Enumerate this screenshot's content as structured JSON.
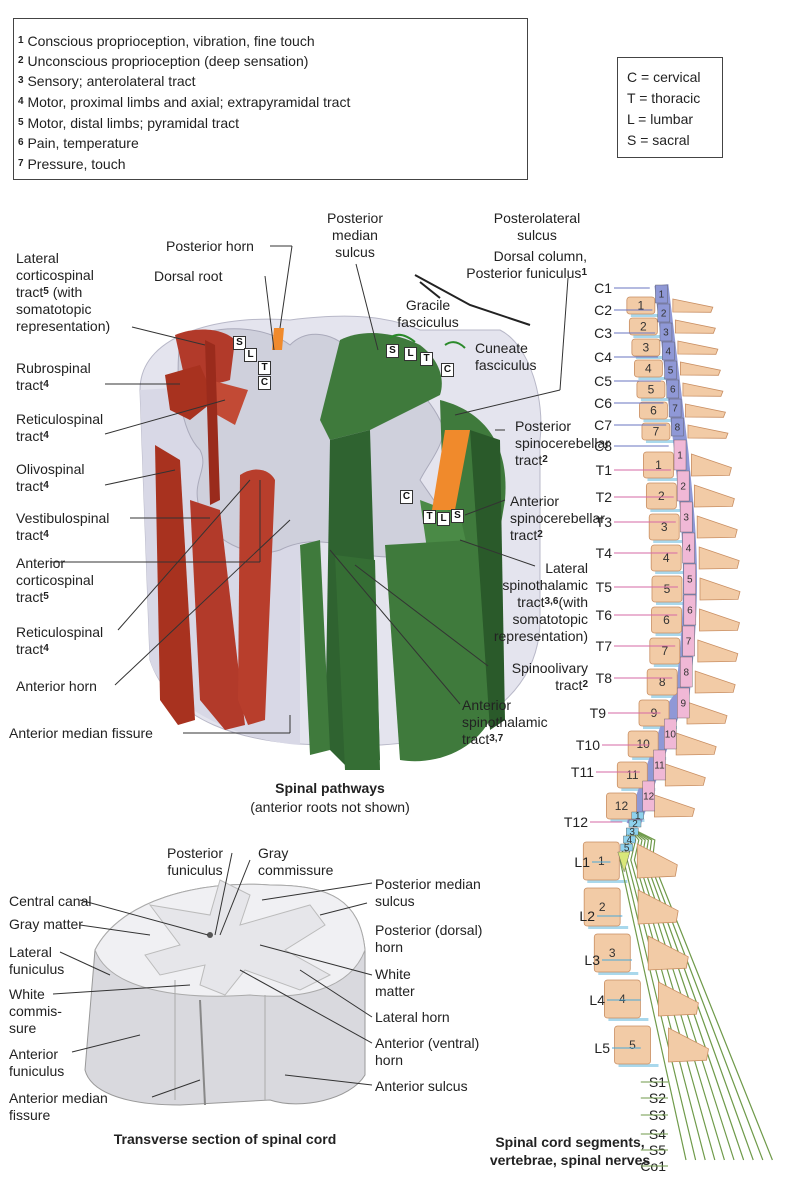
{
  "legend": [
    {
      "num": "1",
      "text": "Conscious proprioception, vibration, fine touch"
    },
    {
      "num": "2",
      "text": "Unconscious proprioception (deep sensation)"
    },
    {
      "num": "3",
      "text": "Sensory; anterolateral tract"
    },
    {
      "num": "4",
      "text": "Motor, proximal limbs and axial; extrapyramidal tract"
    },
    {
      "num": "5",
      "text": "Motor, distal limbs; pyramidal tract"
    },
    {
      "num": "6",
      "text": "Pain, temperature"
    },
    {
      "num": "7",
      "text": "Pressure, touch"
    }
  ],
  "abbreviations": [
    "C = cervical",
    "T = thoracic",
    "L = lumbar",
    "S = sacral"
  ],
  "pathways": {
    "caption_title": "Spinal pathways",
    "caption_sub": "(anterior roots not shown)",
    "labels": {
      "posterior_horn": "Posterior horn",
      "dorsal_root": "Dorsal root",
      "posterior_median_sulcus": [
        "Posterior",
        "median",
        "sulcus"
      ],
      "posterolateral_sulcus": [
        "Posterolateral",
        "sulcus"
      ],
      "dorsal_column": [
        "Dorsal column,",
        "Posterior funiculus"
      ],
      "dorsal_column_sup": "1",
      "gracile": [
        "Gracile",
        "fasciculus"
      ],
      "cuneate": [
        "Cuneate",
        "fasciculus"
      ],
      "lateral_cst": [
        "Lateral",
        "corticospinal",
        "tract",
        "(with",
        "somatotopic",
        "representation)"
      ],
      "lateral_cst_sup": "5",
      "rubrospinal": [
        "Rubrospinal",
        "tract"
      ],
      "rubrospinal_sup": "4",
      "reticulospinal_1": [
        "Reticulospinal",
        "tract"
      ],
      "reticulospinal_1_sup": "4",
      "olivospinal": [
        "Olivospinal",
        "tract"
      ],
      "olivospinal_sup": "4",
      "vestibulospinal": [
        "Vestibulospinal",
        "tract"
      ],
      "vestibulospinal_sup": "4",
      "anterior_cst": [
        "Anterior",
        "corticospinal",
        "tract"
      ],
      "anterior_cst_sup": "5",
      "reticulospinal_2": [
        "Reticulospinal",
        "tract"
      ],
      "reticulospinal_2_sup": "4",
      "anterior_horn": "Anterior horn",
      "anterior_median_fissure": "Anterior median fissure",
      "posterior_scb": [
        "Posterior",
        "spinocerebellar",
        "tract"
      ],
      "posterior_scb_sup": "2",
      "anterior_scb": [
        "Anterior",
        "spinocerebellar",
        "tract"
      ],
      "anterior_scb_sup": "2",
      "lateral_stt": [
        "Lateral",
        "spinothalamic",
        "tract",
        "(with",
        "somatotopic",
        "representation)"
      ],
      "lateral_stt_sup": "3,6",
      "spinoolivary": [
        "Spinoolivary",
        "tract"
      ],
      "spinoolivary_sup": "2",
      "anterior_stt": [
        "Anterior",
        "spinothalamic",
        "tract"
      ],
      "anterior_stt_sup": "3,7"
    },
    "tags_left": [
      "S",
      "L",
      "T",
      "C"
    ],
    "tags_dorsal": [
      "S",
      "L",
      "T",
      "C"
    ],
    "tags_ventral": [
      "C",
      "T",
      "L",
      "S"
    ]
  },
  "transverse": {
    "caption": "Transverse section of  spinal cord",
    "labels": {
      "posterior_funiculus": [
        "Posterior",
        "funiculus"
      ],
      "gray_commissure": [
        "Gray",
        "commissure"
      ],
      "posterior_median_sulcus": [
        "Posterior median",
        "sulcus"
      ],
      "central_canal": "Central canal",
      "gray_matter": "Gray matter",
      "lateral_funiculus": [
        "Lateral",
        "funiculus"
      ],
      "white_commissure": [
        "White",
        "commis-",
        "sure"
      ],
      "anterior_funiculus": [
        "Anterior",
        "funiculus"
      ],
      "anterior_median_fissure": [
        "Anterior median",
        "fissure"
      ],
      "posterior_horn": [
        "Posterior (dorsal)",
        "horn"
      ],
      "white_matter": [
        "White",
        "matter"
      ],
      "lateral_horn": "Lateral horn",
      "anterior_horn": [
        "Anterior (ventral)",
        "horn"
      ],
      "anterior_sulcus": "Anterior sulcus"
    }
  },
  "segments": {
    "caption": [
      "Spinal cord segments,",
      "vertebrae, spinal nerves"
    ],
    "left_labels": [
      "C1",
      "C2",
      "C3",
      "C4",
      "C5",
      "C6",
      "C7",
      "C8",
      "T1",
      "T2",
      "T3",
      "T4",
      "T5",
      "T6",
      "T7",
      "T8",
      "T9",
      "T10",
      "T11",
      "T12",
      "L1",
      "L2",
      "L3",
      "L4",
      "L5",
      "S1",
      "S2",
      "S3",
      "S4",
      "S5",
      "Co1"
    ],
    "cervical_vertebrae": [
      "1",
      "2",
      "3",
      "4",
      "5",
      "6",
      "7"
    ],
    "thoracic_vertebrae": [
      "1",
      "2",
      "3",
      "4",
      "5",
      "6",
      "7",
      "8",
      "9",
      "10",
      "11",
      "12"
    ],
    "lumbar_vertebrae": [
      "1",
      "2",
      "3",
      "4",
      "5"
    ],
    "cord_cervical": [
      "1",
      "2",
      "3",
      "4",
      "5",
      "6",
      "7",
      "8"
    ],
    "cord_thoracic": [
      "1",
      "2",
      "3",
      "4",
      "5",
      "6",
      "7",
      "8",
      "9",
      "10",
      "11",
      "12"
    ],
    "cord_lumbar": [
      "1",
      "2",
      "3",
      "4",
      "5"
    ],
    "colors": {
      "bone": "#f2cba6",
      "bone_edge": "#c98f63",
      "cervical": "#8f98d6",
      "thoracic": "#f0b8d6",
      "lumbar": "#8ed2ee",
      "sacral": "#d9e87a",
      "nerve": "#6f9a4a",
      "disc": "#a9d8ec"
    }
  },
  "colors": {
    "red_tract": "#b23a2a",
    "green_tract": "#3f7a3c",
    "orange_root": "#f08a2c",
    "gray_matter": "#cfd0dc",
    "white_matter": "#e3e3ee"
  }
}
